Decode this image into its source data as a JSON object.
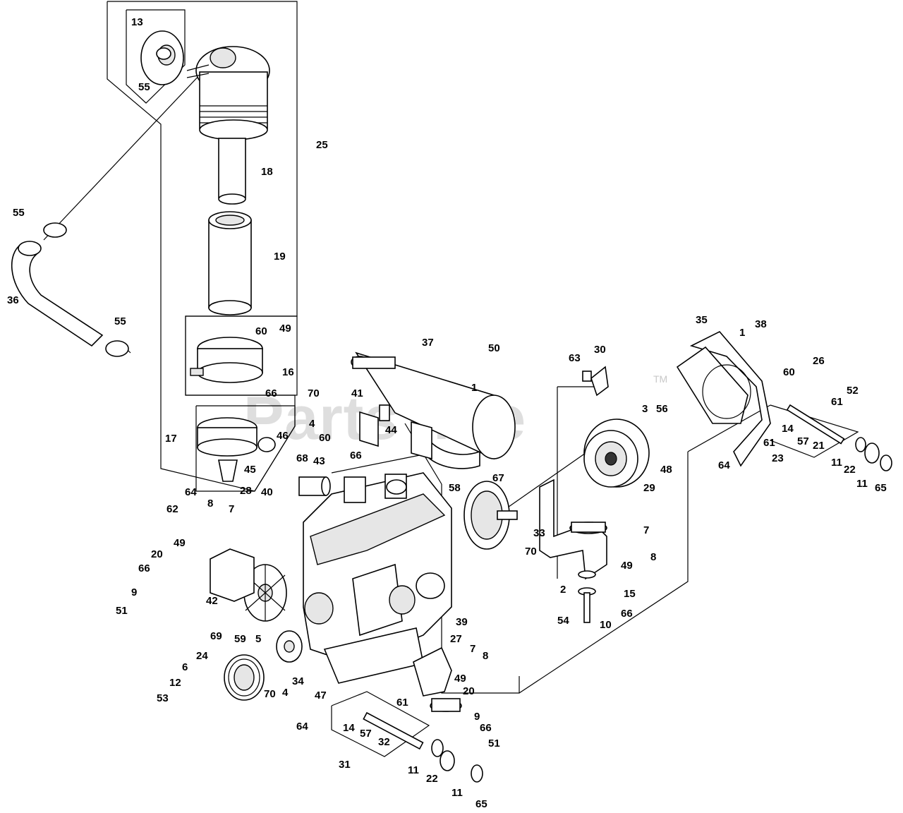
{
  "watermark": {
    "text": "PartsTree",
    "trademark": "TM"
  },
  "callouts": [
    "13",
    "55",
    "25",
    "18",
    "55",
    "19",
    "36",
    "55",
    "60",
    "49",
    "16",
    "66",
    "70",
    "4",
    "60",
    "66",
    "41",
    "44",
    "37",
    "50",
    "1",
    "63",
    "30",
    "35",
    "1",
    "38",
    "26",
    "60",
    "52",
    "61",
    "3",
    "56",
    "61",
    "64",
    "14",
    "57",
    "21",
    "23",
    "11",
    "22",
    "11",
    "65",
    "17",
    "46",
    "45",
    "68",
    "43",
    "58",
    "67",
    "48",
    "64",
    "8",
    "7",
    "28",
    "62",
    "40",
    "29",
    "7",
    "8",
    "49",
    "20",
    "66",
    "42",
    "33",
    "70",
    "49",
    "2",
    "15",
    "66",
    "9",
    "51",
    "69",
    "59",
    "5",
    "39",
    "10",
    "54",
    "24",
    "6",
    "12",
    "53",
    "70",
    "4",
    "34",
    "47",
    "27",
    "7",
    "8",
    "61",
    "49",
    "20",
    "64",
    "14",
    "57",
    "32",
    "9",
    "66",
    "51",
    "31",
    "11",
    "22",
    "11",
    "65"
  ],
  "colors": {
    "line": "#000000",
    "watermark": "#d4d4d4",
    "background": "#ffffff"
  }
}
